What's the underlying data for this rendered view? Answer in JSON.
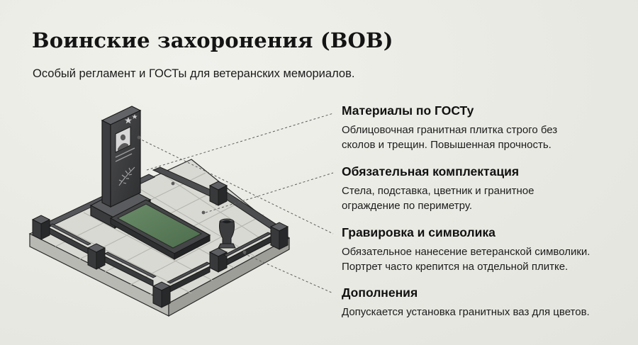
{
  "header": {
    "title": "Воинские захоронения (ВОВ)",
    "subtitle": "Особый регламент и ГОСТы для ветеранских мемориалов."
  },
  "callouts": [
    {
      "title": "Материалы по ГОСТу",
      "lines": [
        "Облицовочная гранитная плитка строго без",
        "сколов и трещин. Повышенная прочность."
      ]
    },
    {
      "title": "Обязательная комплектация",
      "lines": [
        "Стела, подставка, цветник и гранитное",
        "ограждение по периметру."
      ]
    },
    {
      "title": "Гравировка и символика",
      "lines": [
        "Обязательное нанесение ветеранской символики.",
        "Портрет часто крепится на отдельной плитке."
      ]
    },
    {
      "title": "Дополнения",
      "lines": [
        "Допускается установка гранитных ваз для цветов."
      ]
    }
  ],
  "colors": {
    "background": "#ecece7",
    "granite_dark": "#3a3b3c",
    "tile_light": "#dcdcd6",
    "flowerbed_green": "#587a58"
  },
  "icons": [
    "memorial-diagram-icon",
    "star-icon",
    "portrait-icon",
    "laurel-branch-icon",
    "vase-icon"
  ]
}
